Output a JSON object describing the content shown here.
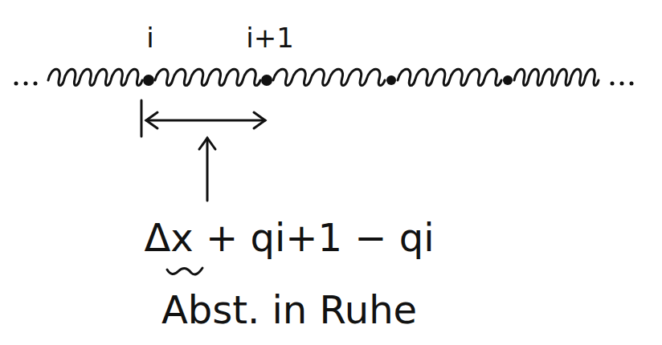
{
  "diagram": {
    "labels": [
      "i",
      "i+1",
      "Δx + qi+1 − qi",
      "Abst. in Ruhe"
    ]
  }
}
